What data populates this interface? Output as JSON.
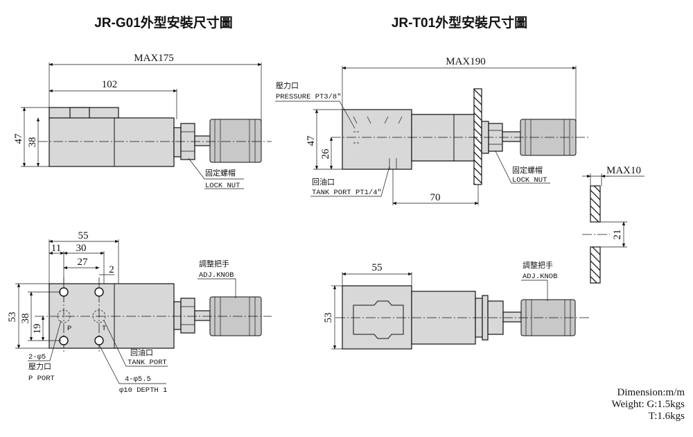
{
  "titles": {
    "g01": "JR-G01外型安裝尺寸圖",
    "t01": "JR-T01外型安裝尺寸圖"
  },
  "g01_top": {
    "max": "MAX175",
    "d102": "102",
    "d47": "47",
    "d38": "38",
    "locknut_cn": "固定螺帽",
    "locknut_en": "LOCK NUT"
  },
  "g01_bottom": {
    "d55": "55",
    "d11": "11",
    "d30": "30",
    "d27": "27",
    "d2": "2",
    "d53": "53",
    "d38": "38",
    "d19": "19",
    "knob_cn": "調整把手",
    "knob_en": "ADJ.KNOB",
    "tank_cn": "回油口",
    "tank_en": "TANK PORT",
    "pport_size": "2-φ5",
    "pport_cn": "壓力口",
    "pport_en": "P PORT",
    "holes_size": "4-φ5.5",
    "holes_depth": "φ10 DEPTH 1",
    "p_mark": "P",
    "t_mark": "T"
  },
  "t01_top": {
    "max": "MAX190",
    "pressure_cn": "壓力口",
    "pressure_en": "PRESSURE PT3/8\"",
    "d47": "47",
    "d26": "26",
    "d70": "70",
    "tank_cn": "回油口",
    "tank_en": "TANK PORT PT1/4\"",
    "locknut_cn": "固定螺帽",
    "locknut_en": "LOCK NUT"
  },
  "t01_bottom": {
    "d55": "55",
    "d53": "53",
    "knob_cn": "調整把手",
    "knob_en": "ADJ.KNOB"
  },
  "washer": {
    "max": "MAX10",
    "d21": "21"
  },
  "notes": {
    "line1": "Dimension:m/m",
    "line2": "Weight: G:1.5kgs",
    "line3": "T:1.6kgs"
  }
}
